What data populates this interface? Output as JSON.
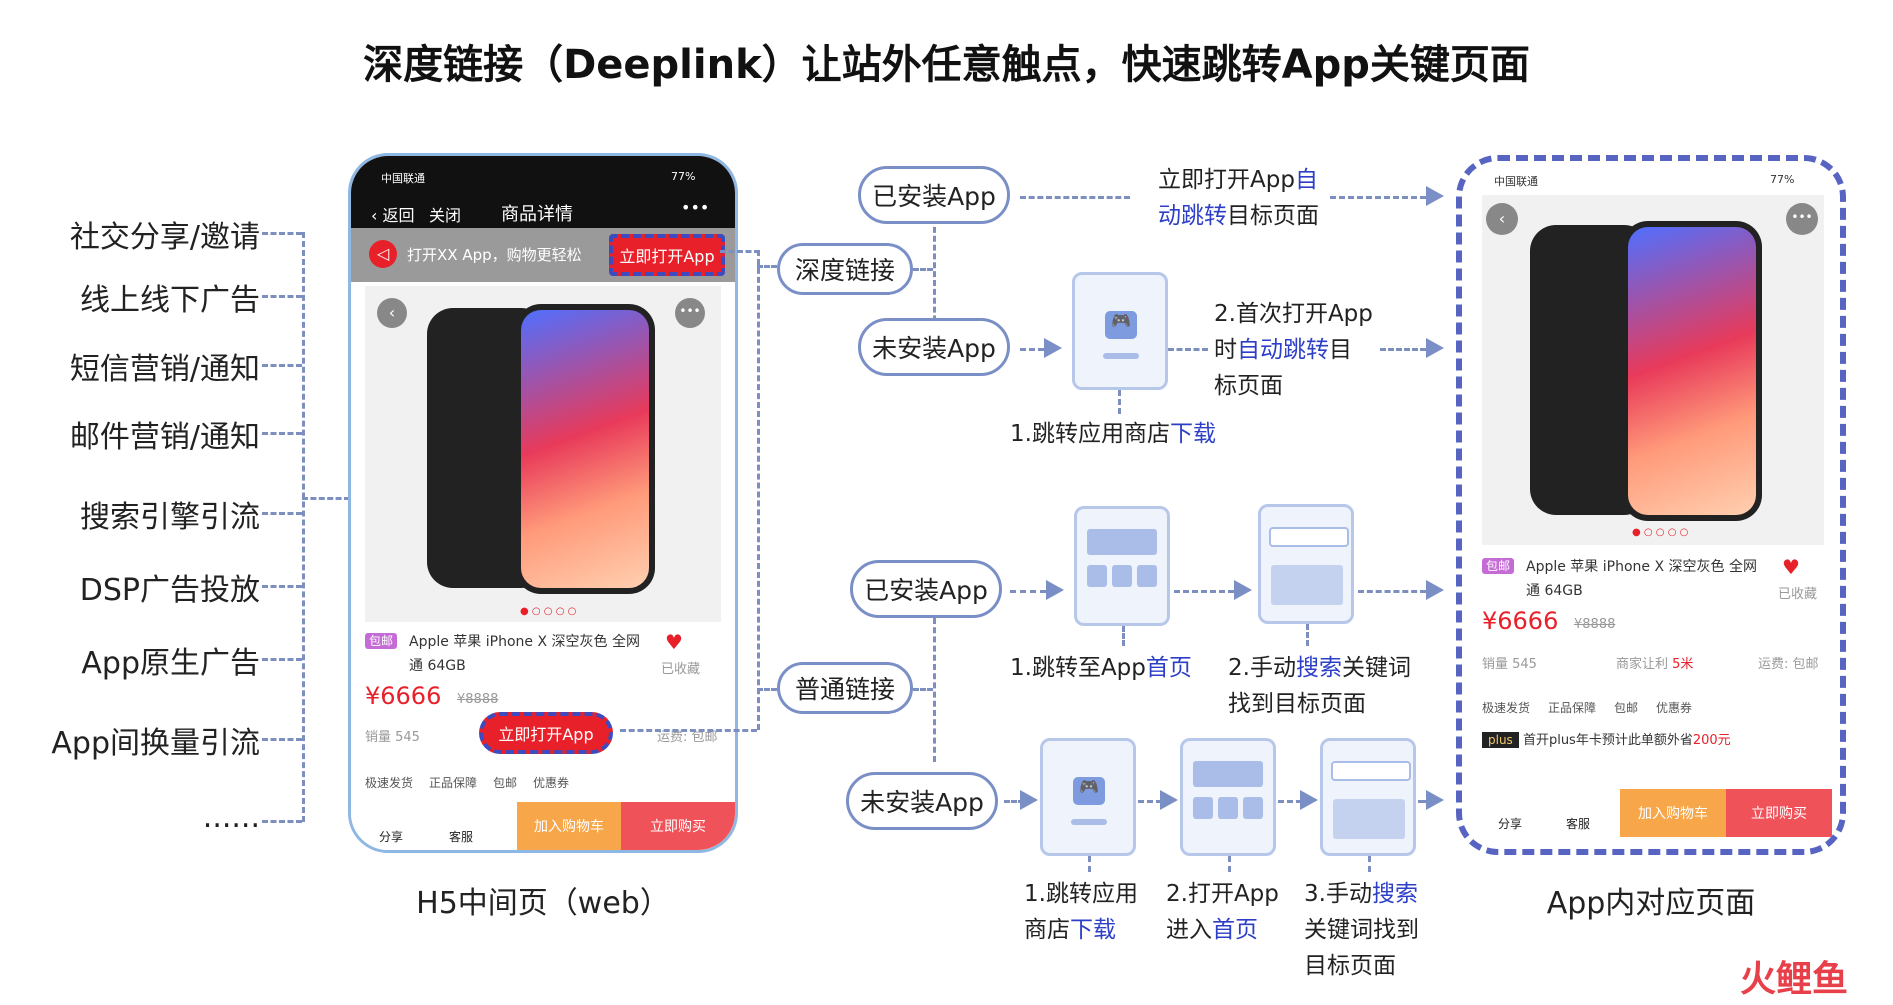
{
  "title": "深度链接（Deeplink）让站外任意触点，快速跳转App关键页面",
  "sources": [
    "社交分享/邀请",
    "线上线下广告",
    "短信营销/通知",
    "邮件营销/通知",
    "搜索引擎引流",
    "DSP广告投放",
    "App原生广告",
    "App间换量引流",
    "......"
  ],
  "h5": {
    "carrier": "中国联通",
    "battery": "77%",
    "back": "返回",
    "close": "关闭",
    "page_title": "商品详情",
    "more": "•••",
    "banner": "打开XX App，购物更轻松",
    "open_btn": "立即打开App",
    "tag": "包邮",
    "product_name": "Apple 苹果 iPhone X 深空灰色 全网通 64GB",
    "fav": "已收藏",
    "price": "¥6666",
    "old_price": "¥8888",
    "sales": "销量 545",
    "shipping": "运费: 包邮",
    "features": [
      "极速发货",
      "正品保障",
      "包邮",
      "优惠券"
    ],
    "share": "分享",
    "service": "客服",
    "cart": "加入购物车",
    "buy": "立即购买",
    "caption": "H5中间页（web）"
  },
  "flow": {
    "deep_link": "深度链接",
    "normal_link": "普通链接",
    "installed": "已安装App",
    "not_installed": "未安装App",
    "d1_pre": "立即打开App",
    "d1_hl": "自动跳转",
    "d1_post": "目标页面",
    "d2_pre": "2.首次打开App时",
    "d2_hl": "自动跳转",
    "d2_post": "目标页面",
    "d3_pre": "1.跳转应用商店",
    "d3_hl": "下载",
    "n1_pre": "1.跳转至App",
    "n1_hl": "首页",
    "n2_pre": "2.手动",
    "n2_hl": "搜索",
    "n2_post": "关键词找到目标页面",
    "n3_pre": "1.跳转应用商店",
    "n3_hl": "下载",
    "n4_pre": "2.打开App进入",
    "n4_hl": "首页",
    "n5_pre": "3.手动",
    "n5_hl": "搜索",
    "n5_post": "关键词找到目标页面"
  },
  "app": {
    "carrier": "中国联通",
    "battery": "77%",
    "tag": "包邮",
    "product_name": "Apple 苹果 iPhone X 深空灰色 全网通 64GB",
    "fav": "已收藏",
    "price": "¥6666",
    "old_price": "¥8888",
    "sales": "销量 545",
    "distance_pre": "商家让利",
    "distance": "5米",
    "shipping": "运费: 包邮",
    "features": [
      "极速发货",
      "正品保障",
      "包邮",
      "优惠券"
    ],
    "plus_badge": "plus",
    "plus_text_pre": "首开plus年卡预计此单额外省",
    "plus_amount": "200元",
    "share": "分享",
    "service": "客服",
    "cart": "加入购物车",
    "buy": "立即购买",
    "caption": "App内对应页面"
  },
  "watermark": "火鲤鱼",
  "colors": {
    "accent": "#2d3fc7",
    "line": "#7a8fc6",
    "red": "#e8202a"
  }
}
